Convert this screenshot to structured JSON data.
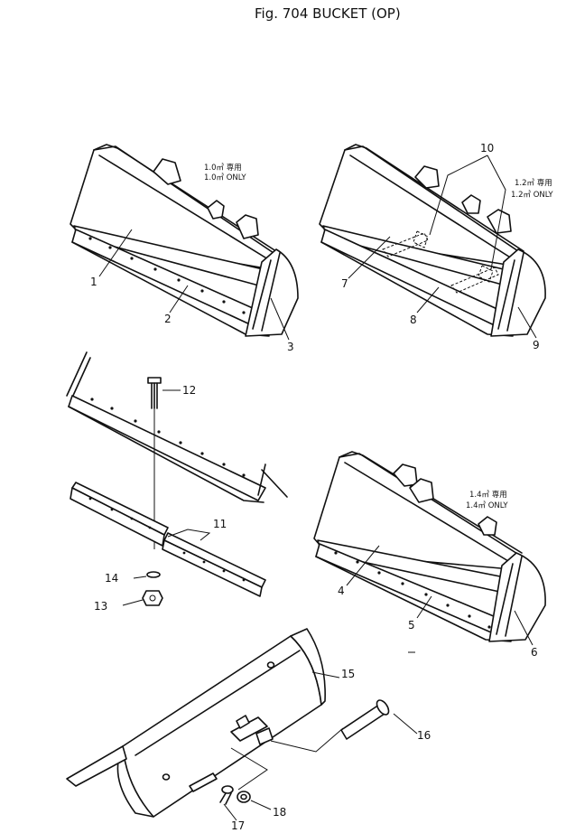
{
  "title": "Fig. 704  BUCKET  (OP)",
  "notes": {
    "a": [
      "1.0㎥ 専用",
      "1.0㎥ ONLY"
    ],
    "b": [
      "1.2㎥ 専用",
      "1.2㎥ ONLY"
    ],
    "c": [
      "1.4㎥ 専用",
      "1.4㎥ ONLY"
    ]
  },
  "callouts": {
    "n1": "1",
    "n2": "2",
    "n3": "3",
    "n4": "4",
    "n5": "5",
    "n6": "6",
    "n7": "7",
    "n8": "8",
    "n9": "9",
    "n10": "10",
    "n11": "11",
    "n12": "12",
    "n13": "13",
    "n14": "14",
    "n15": "15",
    "n16": "16",
    "n17": "17",
    "n18": "18"
  }
}
